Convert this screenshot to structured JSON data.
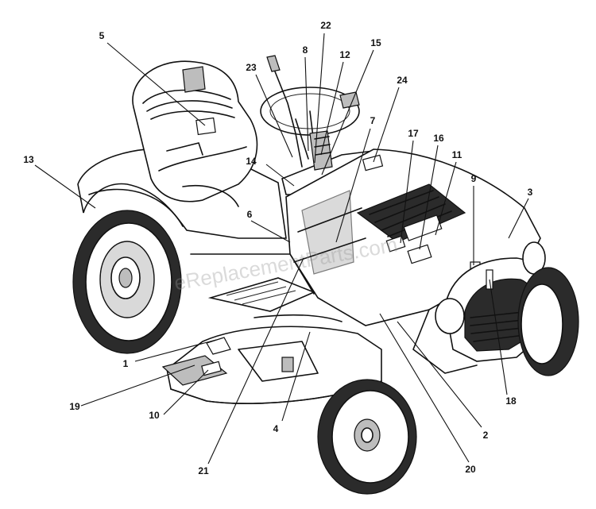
{
  "watermark": "eReplacementParts.com",
  "callouts": [
    {
      "id": "5",
      "text": "5"
    },
    {
      "id": "22",
      "text": "22"
    },
    {
      "id": "8",
      "text": "8"
    },
    {
      "id": "12",
      "text": "12"
    },
    {
      "id": "15",
      "text": "15"
    },
    {
      "id": "23",
      "text": "23"
    },
    {
      "id": "24",
      "text": "24"
    },
    {
      "id": "7",
      "text": "7"
    },
    {
      "id": "17",
      "text": "17"
    },
    {
      "id": "16",
      "text": "16"
    },
    {
      "id": "11",
      "text": "11"
    },
    {
      "id": "13",
      "text": "13"
    },
    {
      "id": "14",
      "text": "14"
    },
    {
      "id": "9",
      "text": "9"
    },
    {
      "id": "3",
      "text": "3"
    },
    {
      "id": "6",
      "text": "6"
    },
    {
      "id": "1",
      "text": "1"
    },
    {
      "id": "19",
      "text": "19"
    },
    {
      "id": "10",
      "text": "10"
    },
    {
      "id": "4",
      "text": "4"
    },
    {
      "id": "18",
      "text": "18"
    },
    {
      "id": "2",
      "text": "2"
    },
    {
      "id": "21",
      "text": "21"
    },
    {
      "id": "20",
      "text": "20"
    }
  ]
}
